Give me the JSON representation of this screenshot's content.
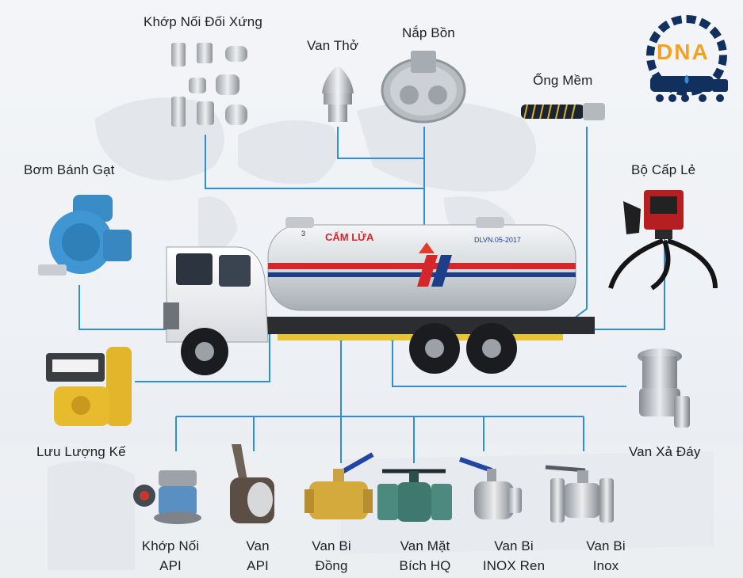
{
  "labels": {
    "khop_noi_doi_xung": "Khớp Nối Đối Xứng",
    "van_tho": "Van Thở",
    "nap_bon": "Nắp Bồn",
    "ong_mem": "Ống Mềm",
    "bom_banh_gat": "Bơm Bánh Gạt",
    "bo_cap_le": "Bộ Cấp Lẻ",
    "luu_luong_ke": "Lưu Lượng Kế",
    "van_xa_day": "Van Xả Đáy",
    "khop_noi_api_1": "Khớp Nối",
    "khop_noi_api_2": "API",
    "van_api_1": "Van",
    "van_api_2": "API",
    "van_bi_dong_1": "Van Bi",
    "van_bi_dong_2": "Đồng",
    "van_mat_bich_1": "Van Mặt",
    "van_mat_bich_2": "Bích HQ",
    "van_bi_inox_ren_1": "Van Bi",
    "van_bi_inox_ren_2": "INOX Ren",
    "van_bi_inox_1": "Van Bi",
    "van_bi_inox_2": "Inox"
  },
  "logo": {
    "text": "DNA"
  },
  "truck": {
    "warning_text": "CẤM LỬA",
    "plate_text": "DLVN.05-2017",
    "compartment_no": "3"
  },
  "colors": {
    "line": "#2e8fd6",
    "logo_orange": "#f5a11d",
    "logo_navy": "#12305e"
  }
}
